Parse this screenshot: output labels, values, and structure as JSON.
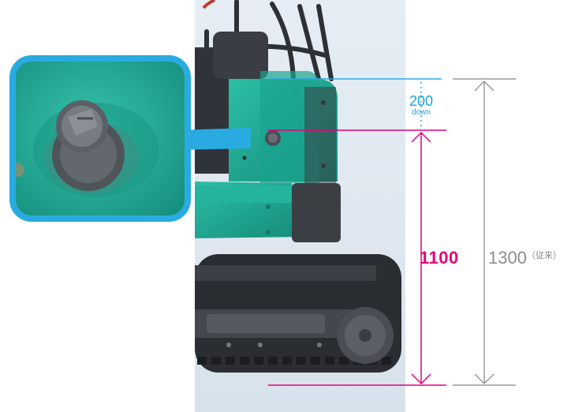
{
  "dimensions": {
    "lowered_height": "1100",
    "previous_height": "1300",
    "previous_note": "（従来）",
    "reduction_value": "200",
    "reduction_word": "down"
  },
  "colors": {
    "background_panel": "#dfe7ef",
    "machine_green": "#1ea38f",
    "machine_dark": "#3b3f44",
    "callout_frame": "#29abe2",
    "magenta": "#e4007f",
    "gray_line": "#9a9a9a",
    "cyan_line": "#29abe2"
  },
  "icons": {
    "fuel_cap": "fuel-cap-icon"
  }
}
